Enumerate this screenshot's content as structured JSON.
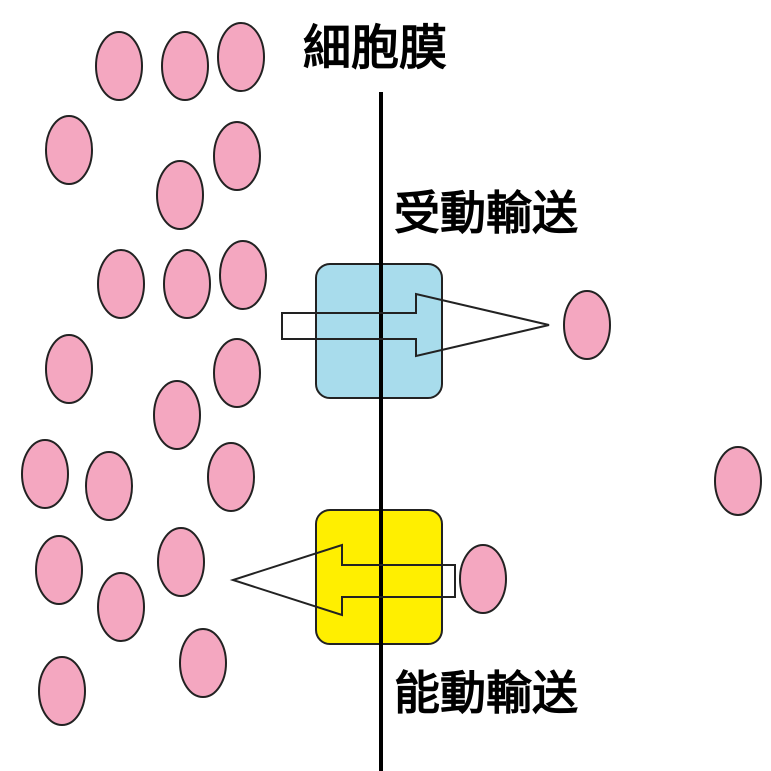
{
  "labels": {
    "membrane": "細胞膜",
    "passive_transport": "受動輸送",
    "active_transport": "能動輸送"
  },
  "colors": {
    "molecule": "#f4a7c0",
    "passive_channel": "#a8dcec",
    "active_pump": "#ffef00",
    "membrane": "#000000"
  }
}
